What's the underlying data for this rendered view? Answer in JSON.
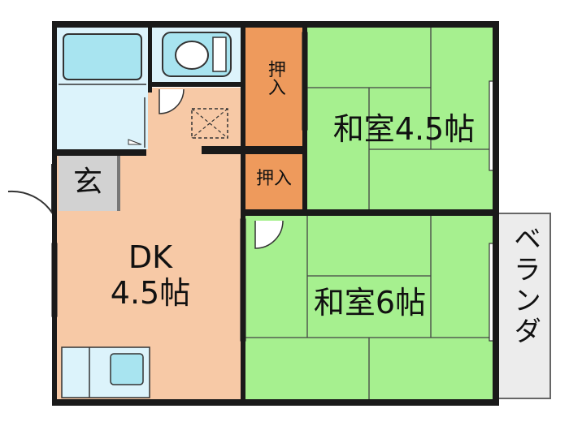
{
  "rooms": {
    "wa_small": {
      "label": "和室4.5帖"
    },
    "wa_large": {
      "label": "和室6帖"
    },
    "dk": {
      "line1": "DK",
      "line2": "4.5帖"
    },
    "oshiire_top": {
      "label": "押入"
    },
    "oshiire_mid": {
      "label": "押入"
    },
    "entrance": {
      "label": "玄"
    },
    "veranda": {
      "label": "ベランダ"
    }
  },
  "colors": {
    "tatami": "#a6f08f",
    "dk_floor": "#f7c9a6",
    "closet": "#ee9a5c",
    "wet_area": "#dcf3fb",
    "fixture": "#a8e4f0",
    "entrance": "#d2d2d2",
    "wall": "#1a1a1a"
  }
}
